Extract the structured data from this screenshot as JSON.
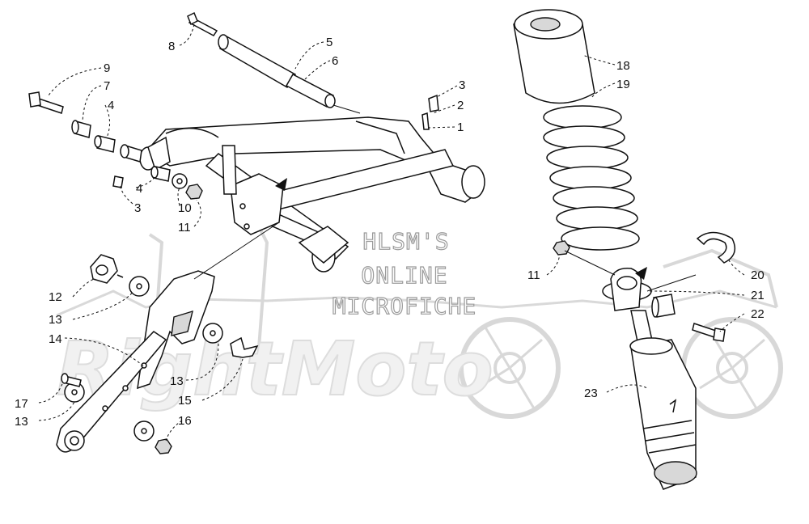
{
  "watermark": {
    "lines": [
      "HLSM'S",
      "ONLINE",
      "MICROFICHE"
    ],
    "logo_text": "RightMoto"
  },
  "callouts": [
    {
      "id": "c8",
      "label": "8"
    },
    {
      "id": "c5",
      "label": "5"
    },
    {
      "id": "c6",
      "label": "6"
    },
    {
      "id": "c9",
      "label": "9"
    },
    {
      "id": "c7",
      "label": "7"
    },
    {
      "id": "c4a",
      "label": "4"
    },
    {
      "id": "c3a",
      "label": "3"
    },
    {
      "id": "c2",
      "label": "2"
    },
    {
      "id": "c1",
      "label": "1"
    },
    {
      "id": "c4b",
      "label": "4"
    },
    {
      "id": "c3b",
      "label": "3"
    },
    {
      "id": "c10",
      "label": "10"
    },
    {
      "id": "c11a",
      "label": "11"
    },
    {
      "id": "c18",
      "label": "18"
    },
    {
      "id": "c19",
      "label": "19"
    },
    {
      "id": "c12",
      "label": "12"
    },
    {
      "id": "c13a",
      "label": "13"
    },
    {
      "id": "c14",
      "label": "14"
    },
    {
      "id": "c13b",
      "label": "13"
    },
    {
      "id": "c15",
      "label": "15"
    },
    {
      "id": "c17",
      "label": "17"
    },
    {
      "id": "c13c",
      "label": "13"
    },
    {
      "id": "c16",
      "label": "16"
    },
    {
      "id": "c11b",
      "label": "11"
    },
    {
      "id": "c20",
      "label": "20"
    },
    {
      "id": "c21",
      "label": "21"
    },
    {
      "id": "c22",
      "label": "22"
    },
    {
      "id": "c23",
      "label": "23"
    }
  ]
}
